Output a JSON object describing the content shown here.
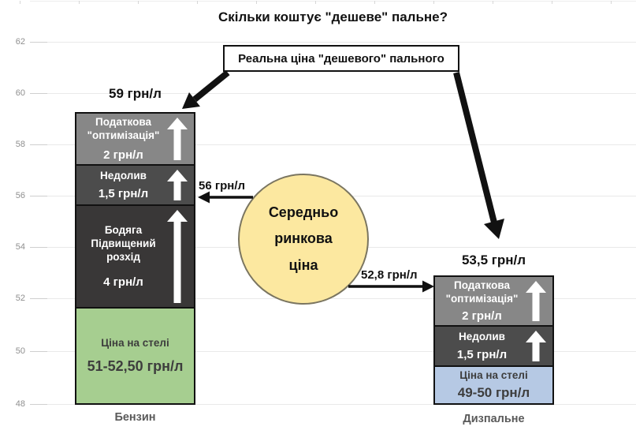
{
  "title": "Скільки коштує \"дешеве\" пальне?",
  "annotation": {
    "label": "Реальна ціна \"дешевого\" пального"
  },
  "y_axis": {
    "ticks": [
      "62",
      "60",
      "58",
      "56",
      "54",
      "52",
      "50",
      "48"
    ]
  },
  "market_circle": {
    "lines": [
      "Середньо",
      "ринкова",
      "ціна"
    ],
    "left_price": "56 грн/л",
    "right_price": "52,8 грн/л"
  },
  "columns": [
    {
      "name": "Бензин",
      "total": "59 грн/л",
      "segments": [
        {
          "title": "Податкова",
          "subtitle": "\"оптимізація\"",
          "price": "2 грн/л"
        },
        {
          "title": "Недолив",
          "price": "1,5 грн/л"
        },
        {
          "title": "Бодяга",
          "subtitle": "Підвищений розхід",
          "price": "4 грн/л"
        },
        {
          "title": "Ціна на стелі",
          "price": "51-52,50 грн/л"
        }
      ]
    },
    {
      "name": "Дизпальне",
      "total": "53,5 грн/л",
      "segments": [
        {
          "title": "Податкова",
          "subtitle": "\"оптимізація\"",
          "price": "2 грн/л"
        },
        {
          "title": "Недолив",
          "price": "1,5 грн/л"
        },
        {
          "title": "Ціна на стелі",
          "price": "49-50 грн/л"
        }
      ]
    }
  ],
  "colors": {
    "tax_gray": "#878787",
    "underfill_gray": "#4c4c4c",
    "bodyaga_dark": "#393737",
    "base_green": "#a6ce90",
    "base_blue": "#b6c9e4",
    "circle_yellow": "#fce8a0",
    "arrow_black": "#111111"
  },
  "chart_data": {
    "type": "bar",
    "subtype": "stacked-annotated",
    "title": "Скільки коштує \"дешеве\" пальне?",
    "categories": [
      "Бензин",
      "Дизпальне"
    ],
    "ylim": [
      48,
      62
    ],
    "yticks": [
      62,
      60,
      58,
      56,
      54,
      52,
      50,
      48
    ],
    "grid": true,
    "series": [
      {
        "name": "Ціна на стелі",
        "labels": [
          "51-52,50 грн/л",
          "49-50 грн/л"
        ],
        "ranges": [
          [
            51,
            52.5
          ],
          [
            49,
            50
          ]
        ]
      },
      {
        "name": "Бодяга Підвищений розхід",
        "labels": [
          "4 грн/л",
          null
        ],
        "values": [
          4,
          null
        ]
      },
      {
        "name": "Недолив",
        "labels": [
          "1,5 грн/л",
          "1,5 грн/л"
        ],
        "values": [
          1.5,
          1.5
        ]
      },
      {
        "name": "Податкова \"оптимізація\"",
        "labels": [
          "2 грн/л",
          "2 грн/л"
        ],
        "values": [
          2,
          2
        ]
      }
    ],
    "totals": {
      "labels": [
        "59 грн/л",
        "53,5 грн/л"
      ],
      "values": [
        59,
        53.5
      ]
    },
    "annotations": {
      "callout": "Реальна ціна \"дешевого\" пального",
      "market_price_circle": "Середньо ринкова ціна",
      "market_price_benzin": "56 грн/л",
      "market_price_diesel": "52,8 грн/л"
    }
  }
}
